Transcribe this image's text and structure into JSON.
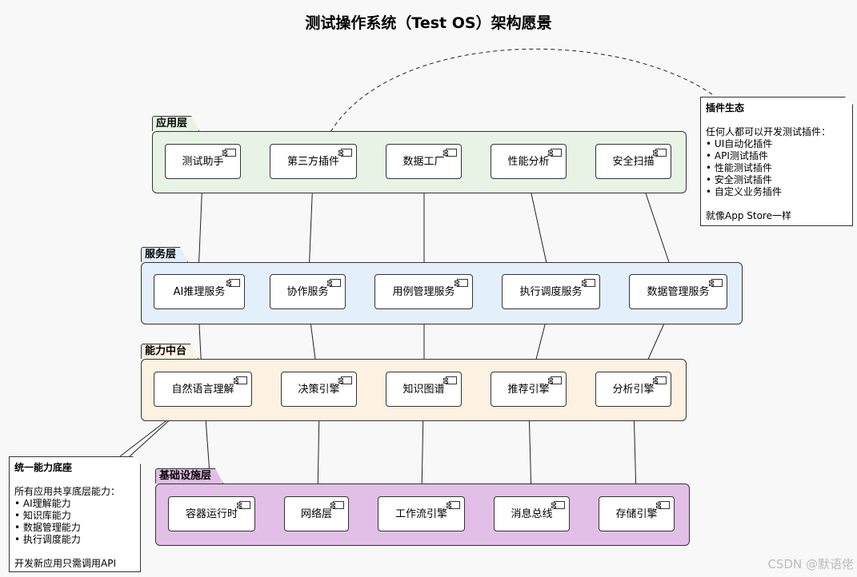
{
  "title": "测试操作系统（Test OS）架构愿景",
  "colors": {
    "app_layer": "#e8f3e6",
    "service_layer": "#e3f0fb",
    "capability_layer": "#fdf2e1",
    "infra_layer": "#e2bfe6",
    "note_bg": "#ffffff"
  },
  "layers": {
    "app": {
      "label": "应用层",
      "components": [
        "测试助手",
        "第三方插件",
        "数据工厂",
        "性能分析",
        "安全扫描"
      ]
    },
    "service": {
      "label": "服务层",
      "components": [
        "AI推理服务",
        "协作服务",
        "用例管理服务",
        "执行调度服务",
        "数据管理服务"
      ]
    },
    "capability": {
      "label": "能力中台",
      "components": [
        "自然语言理解",
        "决策引擎",
        "知识图谱",
        "推荐引擎",
        "分析引擎"
      ]
    },
    "infra": {
      "label": "基础设施层",
      "components": [
        "容器运行时",
        "网络层",
        "工作流引擎",
        "消息总线",
        "存储引擎"
      ]
    }
  },
  "notes": {
    "plugin": {
      "title": "插件生态",
      "intro": "任何人都可以开发测试插件：",
      "items": [
        "UI自动化插件",
        "API测试插件",
        "性能测试插件",
        "安全测试插件",
        "自定义业务插件"
      ],
      "footer": "就像App Store一样"
    },
    "foundation": {
      "title": "统一能力底座",
      "intro": "所有应用共享底层能力：",
      "items": [
        "AI理解能力",
        "知识库能力",
        "数据管理能力",
        "执行调度能力"
      ],
      "footer": "开发新应用只需调用API"
    }
  },
  "watermark": "CSDN @默语佬"
}
